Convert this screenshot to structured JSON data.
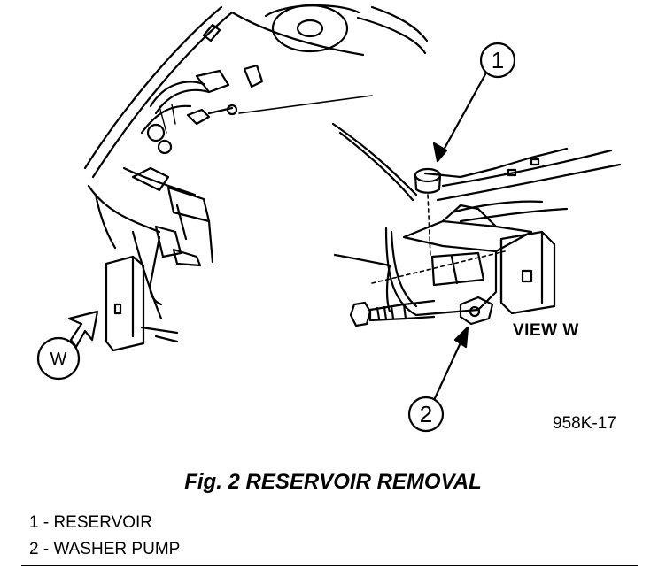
{
  "figure": {
    "callouts": [
      {
        "number": "1"
      },
      {
        "number": "2"
      }
    ],
    "view_marker": "W",
    "view_label": "VIEW W",
    "figure_code": "958K-17"
  },
  "caption": "Fig. 2 RESERVOIR REMOVAL",
  "legend": {
    "items": [
      {
        "number": "1",
        "label": "1 - RESERVOIR"
      },
      {
        "number": "2",
        "label": "2 - WASHER PUMP"
      }
    ]
  }
}
